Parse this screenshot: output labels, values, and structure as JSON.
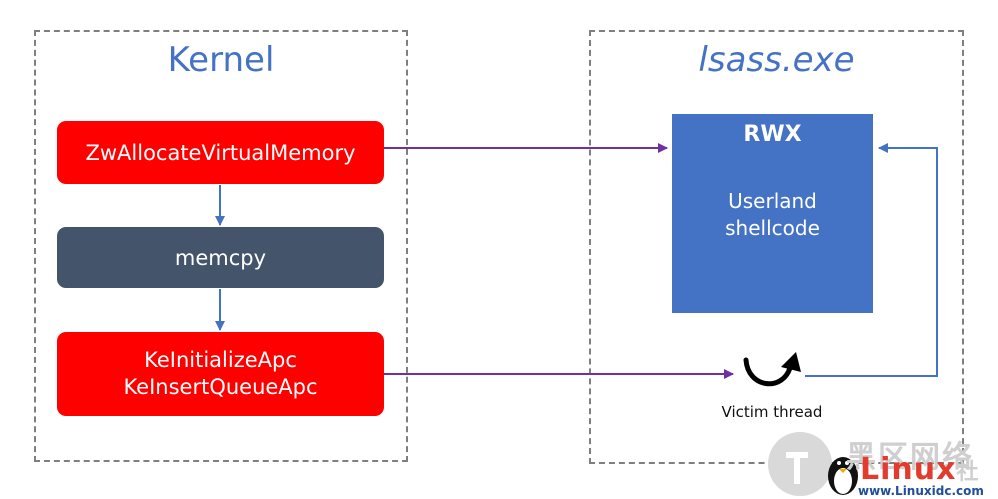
{
  "kernel": {
    "title": "Kernel",
    "steps": [
      "ZwAllocateVirtualMemory",
      "memcpy",
      "KeInitializeApc",
      "KeInsertQueueApc"
    ]
  },
  "lsass": {
    "title": "lsass.exe",
    "region_title": "RWX",
    "region_line1": "Userland",
    "region_line2": "shellcode",
    "thread_label": "Victim thread"
  },
  "watermark": {
    "site_cn": "黑区网络",
    "linux": "Linux",
    "cn_suffix": "社",
    "url": "www.Linuxidc.com"
  },
  "colors": {
    "title_blue": "#4472c4",
    "red": "#ff0000",
    "slate": "#44546a",
    "purple_arrow": "#7030a0",
    "blue_arrow": "#4472c4"
  }
}
